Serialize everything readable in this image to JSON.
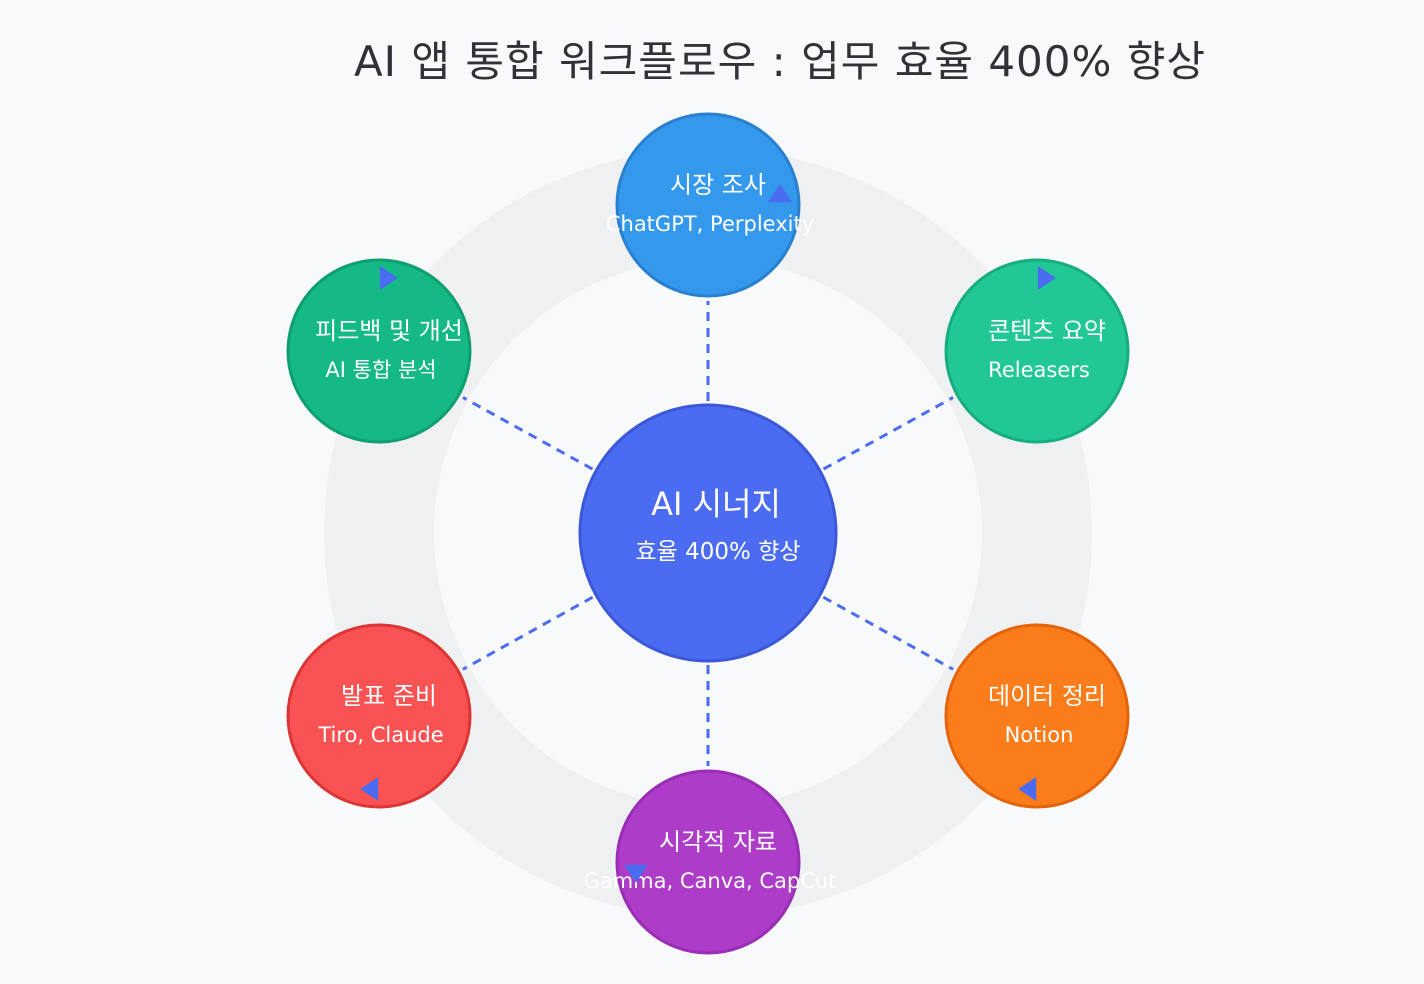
{
  "title": "AI 앱 통합 워크플로우 : 업무 효율 400% 향상",
  "hub": {
    "title": "AI 시너지",
    "subtitle": "효율 400% 향상",
    "color": "#4b6cf0",
    "border": "#3a58d8"
  },
  "nodes": [
    {
      "id": "market-research",
      "title": "시장 조사",
      "subtitle": "ChatGPT, Perplexity",
      "color": "#3498ec",
      "border": "#2a80d0",
      "marker": "triangle-up"
    },
    {
      "id": "content-summary",
      "title": "콘텐츠 요약",
      "subtitle": "Releasers",
      "color": "#21c795",
      "border": "#17ad80",
      "marker": "triangle-right"
    },
    {
      "id": "data-organize",
      "title": "데이터 정리",
      "subtitle": "Notion",
      "color": "#fb7c1a",
      "border": "#e4640b",
      "marker": "triangle-left"
    },
    {
      "id": "visual-material",
      "title": "시각적 자료",
      "subtitle": "Gamma, Canva, CapCut",
      "color": "#ad3cc8",
      "border": "#9a2db5",
      "marker": "triangle-down"
    },
    {
      "id": "presentation-prep",
      "title": "발표 준비",
      "subtitle": "Tiro, Claude",
      "color": "#f85252",
      "border": "#dc3535",
      "marker": "triangle-left"
    },
    {
      "id": "feedback-improve",
      "title": "피드백 및 개선",
      "subtitle": "AI 통합 분석",
      "color": "#14b985",
      "border": "#0e9e70",
      "marker": "triangle-right"
    }
  ],
  "connector_color": "#4b6cf0",
  "ring_color": "#eef0f2",
  "marker_color": "#4b6cf0"
}
